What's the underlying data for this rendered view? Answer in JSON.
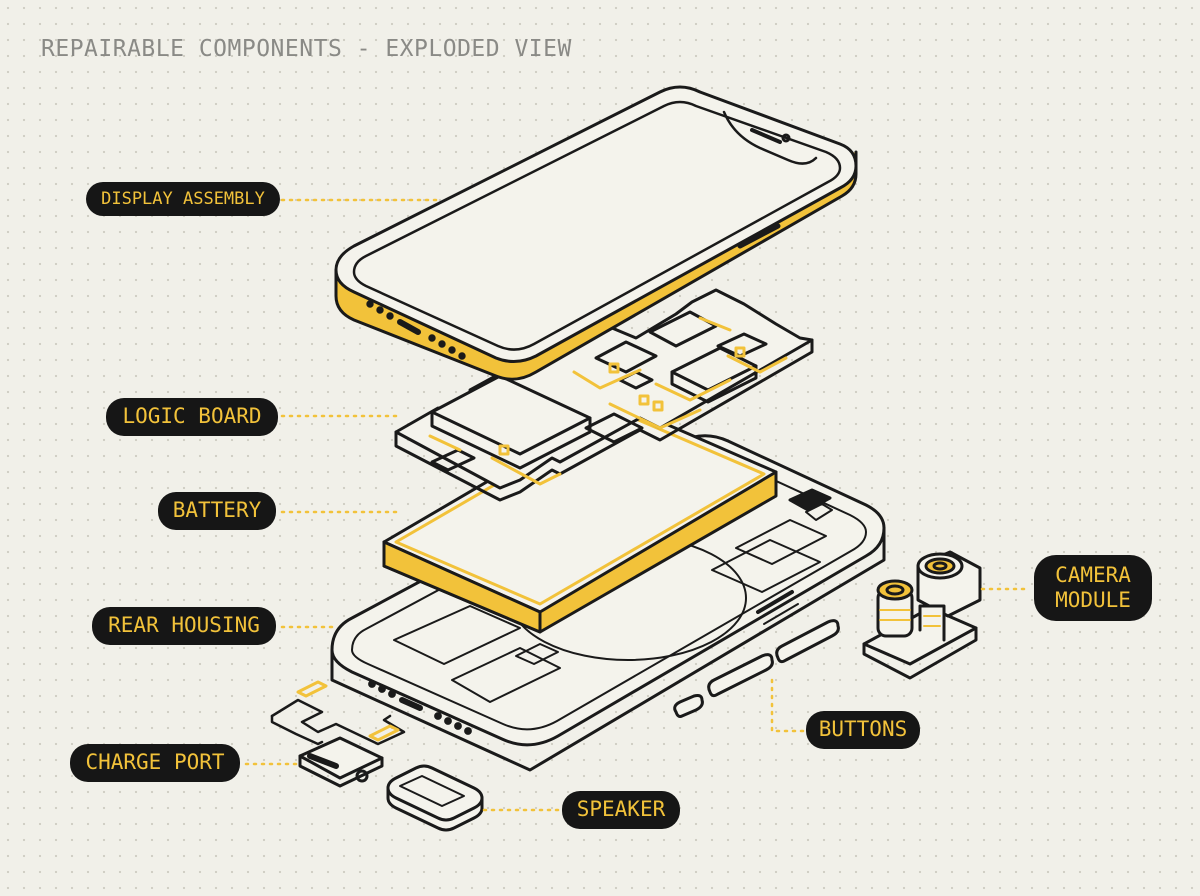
{
  "title": "REPAIRABLE COMPONENTS - EXPLODED VIEW",
  "labels": {
    "display": "DISPLAY ASSEMBLY",
    "logic_board": "LOGIC BOARD",
    "battery": "BATTERY",
    "rear_housing": "REAR HOUSING",
    "charge_port": "CHARGE PORT",
    "camera": "CAMERA\nMODULE",
    "buttons": "BUTTONS",
    "speaker": "SPEAKER"
  },
  "colors": {
    "background": "#f1f0e9",
    "accent": "#f2c23a",
    "ink": "#161616",
    "title": "#8a8a86"
  }
}
